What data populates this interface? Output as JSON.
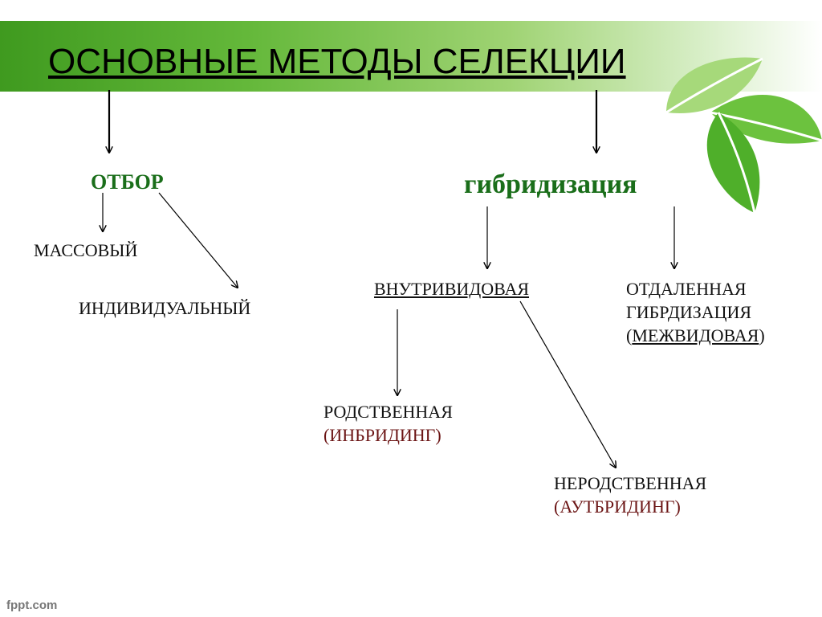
{
  "title": "ОСНОВНЫЕ МЕТОДЫ СЕЛЕКЦИИ",
  "selection": {
    "label": "ОТБОР",
    "mass": "МАССОВЫЙ",
    "individual": "ИНДИВИДУАЛЬНЫЙ"
  },
  "hybridization": {
    "label": "гибридизация",
    "intraspecific": "ВНУТРИВИДОВАЯ",
    "distant": {
      "line1": "ОТДАЛЕННАЯ",
      "line2": "ГИБРДИЗАЦИЯ",
      "paren_open": "(",
      "interspecific": "МЕЖВИДОВАЯ",
      "paren_close": ")"
    },
    "related": {
      "line1": "РОДСТВЕННАЯ",
      "line2": "(ИНБРИДИНГ)"
    },
    "unrelated": {
      "line1": "НЕРОДСТВЕННАЯ",
      "line2": "(АУТБРИДИНГ)"
    }
  },
  "footer": "fppt.com",
  "colors": {
    "category": "#1a6e1a",
    "alt_name": "#6b1414",
    "band_start": "#3f9a1f",
    "band_end": "#ffffff"
  }
}
